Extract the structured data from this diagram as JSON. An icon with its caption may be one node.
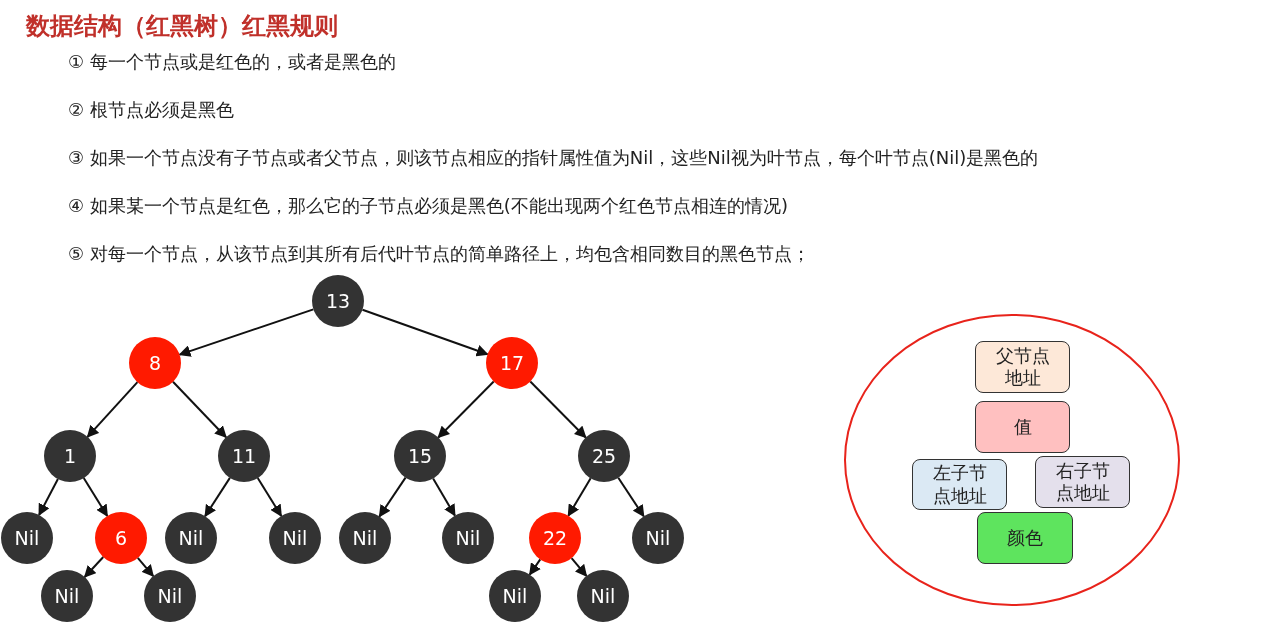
{
  "diagram": {
    "title": "数据结构（红黑树）红黑规则",
    "nodes": [
      {
        "text": [
          "13"
        ]
      },
      {
        "text": [
          "8"
        ]
      },
      {
        "text": [
          "17"
        ]
      },
      {
        "text": [
          "1"
        ]
      },
      {
        "text": [
          "11"
        ]
      },
      {
        "text": [
          "15"
        ]
      },
      {
        "text": [
          "25"
        ]
      },
      {
        "text": [
          "Nil"
        ]
      },
      {
        "text": [
          "6"
        ]
      },
      {
        "text": [
          "Nil"
        ]
      },
      {
        "text": [
          "Nil"
        ]
      },
      {
        "text": [
          "Nil"
        ]
      },
      {
        "text": [
          "Nil"
        ]
      },
      {
        "text": [
          "22"
        ]
      },
      {
        "text": [
          "Nil"
        ]
      },
      {
        "text": [
          "Nil"
        ]
      },
      {
        "text": [
          "Nil"
        ]
      },
      {
        "text": [
          "Nil"
        ]
      },
      {
        "text": [
          "Nil"
        ]
      },
      {
        "text": [],
        "shape": "circle"
      },
      {
        "text": [
          "父节点地址"
        ],
        "in": 19
      },
      {
        "text": [
          "值"
        ],
        "in": 19
      },
      {
        "text": [
          "左子节点地址"
        ],
        "in": 19
      },
      {
        "text": [
          "右子节点地址"
        ],
        "in": 19
      },
      {
        "text": [
          "颜色"
        ],
        "in": 19
      }
    ],
    "edges": [
      {
        "from": 0,
        "to": 1,
        "arrow": "to"
      },
      {
        "from": 0,
        "to": 2,
        "arrow": "to"
      },
      {
        "from": 1,
        "to": 3,
        "arrow": "to"
      },
      {
        "from": 1,
        "to": 4,
        "arrow": "to"
      },
      {
        "from": 2,
        "to": 5,
        "arrow": "to"
      },
      {
        "from": 2,
        "to": 6,
        "arrow": "to"
      },
      {
        "from": 3,
        "to": 7,
        "arrow": "to"
      },
      {
        "from": 3,
        "to": 8,
        "arrow": "to"
      },
      {
        "from": 4,
        "to": 9,
        "arrow": "to"
      },
      {
        "from": 4,
        "to": 10,
        "arrow": "to"
      },
      {
        "from": 5,
        "to": 11,
        "arrow": "to"
      },
      {
        "from": 5,
        "to": 12,
        "arrow": "to"
      },
      {
        "from": 6,
        "to": 13,
        "arrow": "to"
      },
      {
        "from": 6,
        "to": 14,
        "arrow": "to"
      },
      {
        "from": 8,
        "to": 15,
        "arrow": "to"
      },
      {
        "from": 8,
        "to": 16,
        "arrow": "to"
      },
      {
        "from": 13,
        "to": 17,
        "arrow": "to"
      },
      {
        "from": 13,
        "to": 18,
        "arrow": "to"
      }
    ],
    "labels": [
      "① 每一个节点或是红色的，或者是黑色的",
      "② 根节点必须是黑色",
      "③ 如果一个节点没有子节点或者父节点，则该节点相应的指针属性值为Nil，这些Nil视为叶节点，每个叶节点(Nil)是黑色的",
      "④ 如果某一个节点是红色，那么它的子节点必须是黑色(不能出现两个红色节点相连的情况)",
      "⑤ 对每一个节点，从该节点到其所有后代叶节点的简单路径上，均包含相同数目的黑色节点；"
    ]
  }
}
